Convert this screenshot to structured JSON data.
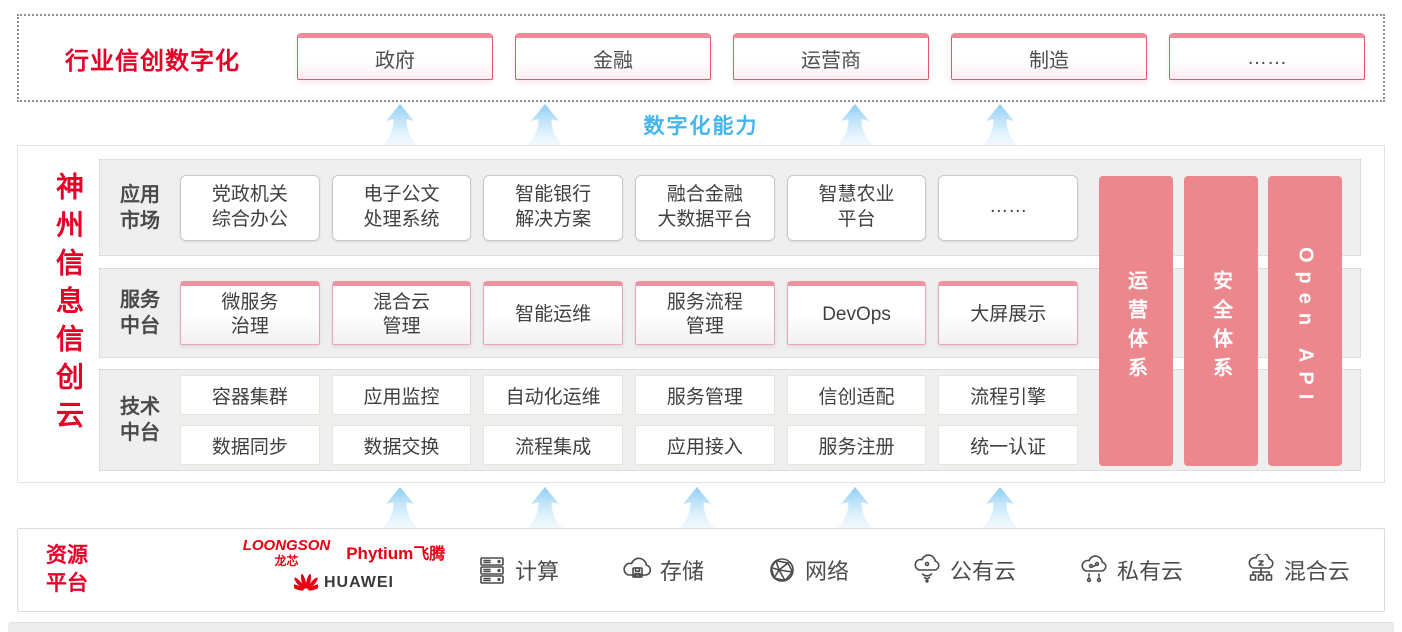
{
  "top_banner": {
    "title": "行业信创数字化",
    "industries": [
      "政府",
      "金融",
      "运营商",
      "制造",
      "……"
    ]
  },
  "capability_label": "数字化能力",
  "platform": {
    "side_title": "神州信息信创云",
    "rows": [
      {
        "label": "应用\n市场",
        "items": [
          "党政机关\n综合办公",
          "电子公文\n处理系统",
          "智能银行\n解决方案",
          "融合金融\n大数据平台",
          "智慧农业\n平台",
          "……"
        ]
      },
      {
        "label": "服务\n中台",
        "items": [
          "微服务\n治理",
          "混合云\n管理",
          "智能运维",
          "服务流程\n管理",
          "DevOps",
          "大屏展示"
        ]
      },
      {
        "label": "技术\n中台",
        "items_row1": [
          "容器集群",
          "应用监控",
          "自动化运维",
          "服务管理",
          "信创适配",
          "流程引擎"
        ],
        "items_row2": [
          "数据同步",
          "数据交换",
          "流程集成",
          "应用接入",
          "服务注册",
          "统一认证"
        ]
      }
    ],
    "pillars": [
      "运营体系",
      "安全体系",
      "Open API"
    ]
  },
  "resources": {
    "title": "资源\n平台",
    "vendors": {
      "loongson": "LOONGSON",
      "loongson_cn": "龙芯",
      "phytium": "Phytium",
      "phytium_cn": "飞腾",
      "huawei": "HUAWEI"
    },
    "items": [
      {
        "icon": "server-icon",
        "label": "计算"
      },
      {
        "icon": "storage-icon",
        "label": "存储"
      },
      {
        "icon": "network-icon",
        "label": "网络"
      },
      {
        "icon": "public-cloud-icon",
        "label": "公有云"
      },
      {
        "icon": "private-cloud-icon",
        "label": "私有云"
      },
      {
        "icon": "hybrid-cloud-icon",
        "label": "混合云"
      }
    ]
  },
  "colors": {
    "accent_red": "#e60027",
    "logo_red": "#e60012",
    "pillar_pink": "#ec878d",
    "box_border_red": "#dc5a70",
    "box_top_pink": "#ee8b9b",
    "capability_blue": "#45b5ee",
    "arrow_blue": "#8ccdf4",
    "text_dark": "#4a4a4a"
  }
}
